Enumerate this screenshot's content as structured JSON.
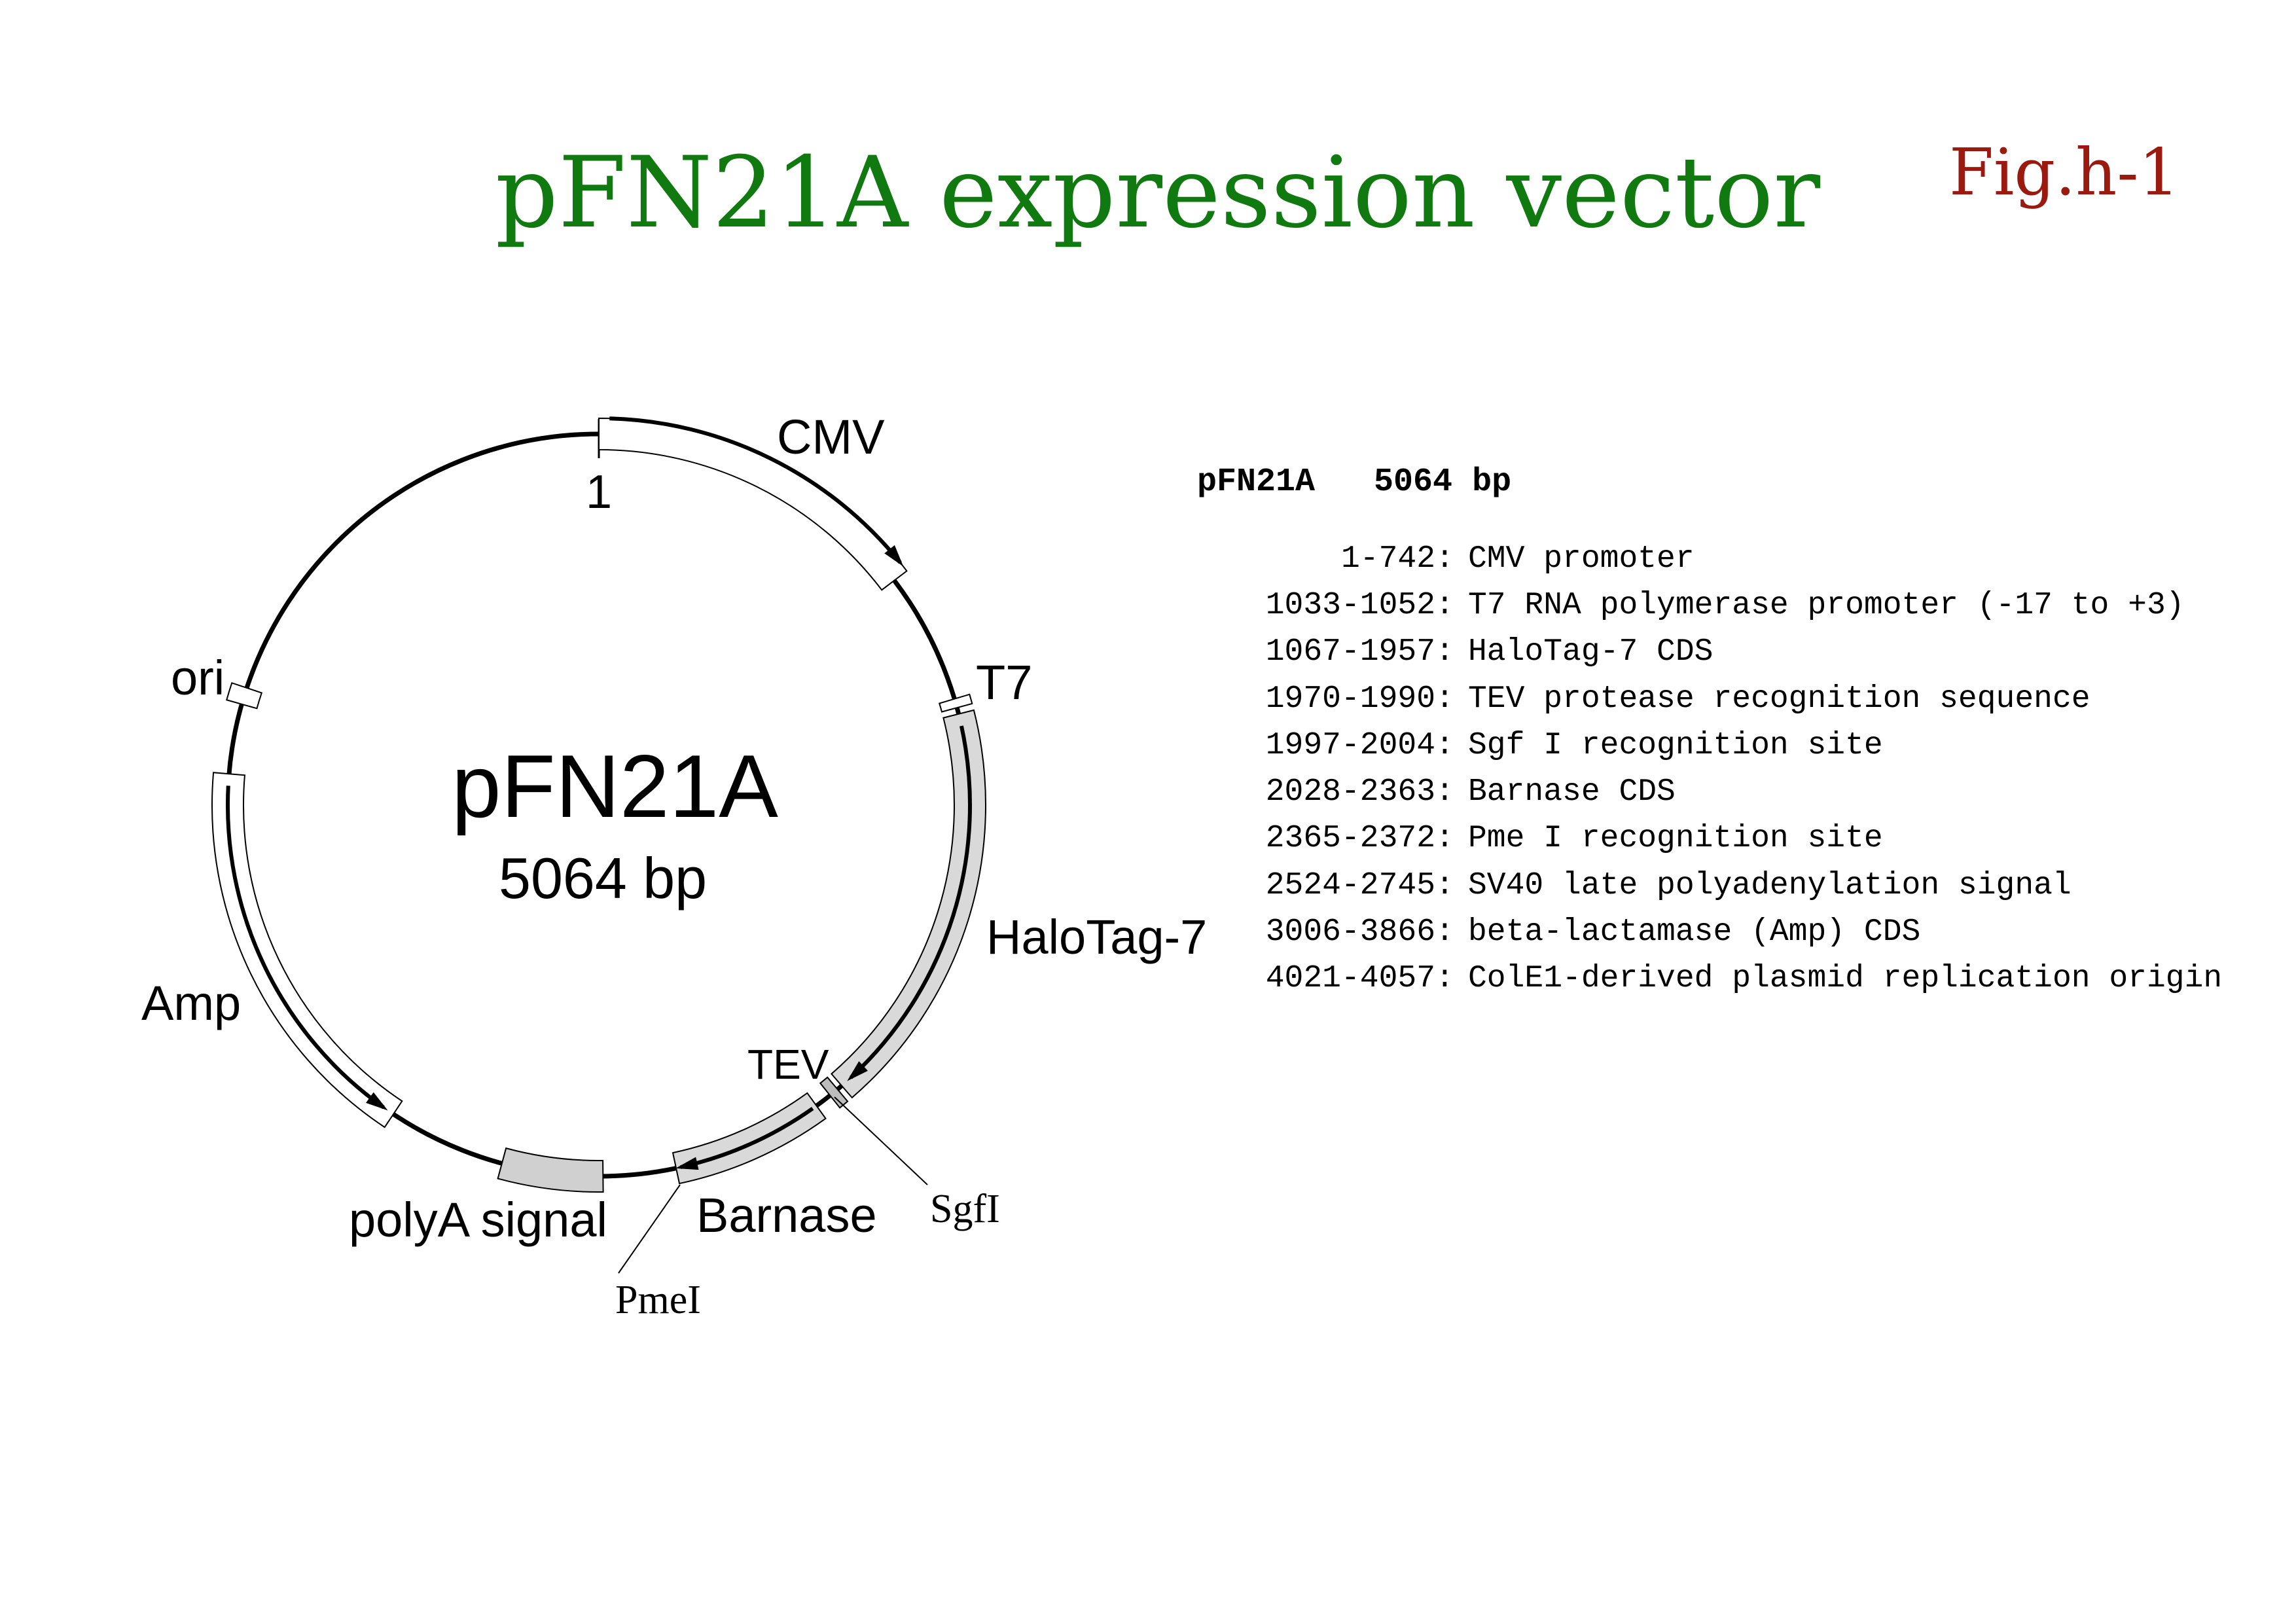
{
  "title": "pFN21A expression vector",
  "figure_label": "Fig.h-1",
  "map": {
    "name": "pFN21A",
    "size_label": "5064 bp",
    "total_bp": 5064,
    "origin_label": "1",
    "features": [
      {
        "label": "CMV",
        "start": 1,
        "end": 742,
        "style": "white",
        "arrow": "cw-outer"
      },
      {
        "label": "T7",
        "start": 1033,
        "end": 1052,
        "style": "white",
        "arrow": "none"
      },
      {
        "label": "HaloTag-7",
        "start": 1067,
        "end": 1957,
        "style": "gray",
        "arrow": "cw"
      },
      {
        "label": "TEV",
        "start": 1970,
        "end": 1990,
        "style": "dotted",
        "arrow": "none"
      },
      {
        "label": "Barnase",
        "start": 2028,
        "end": 2363,
        "style": "gray",
        "arrow": "cw"
      },
      {
        "label": "polyA signal",
        "start": 2524,
        "end": 2745,
        "style": "stipple",
        "arrow": "none"
      },
      {
        "label": "Amp",
        "start": 3006,
        "end": 3866,
        "style": "white",
        "arrow": "ccw"
      },
      {
        "label": "ori",
        "start": 4021,
        "end": 4057,
        "style": "white",
        "arrow": "none"
      }
    ],
    "sites": {
      "sgf": "SgfI",
      "pme": "PmeI"
    },
    "colors": {
      "gray": "#d9d9d9",
      "white": "#ffffff",
      "dotted": "#bdbdbd",
      "stipple": "#d0d0d0",
      "line": "#000000"
    }
  },
  "legend": {
    "header": "pFN21A   5064 bp",
    "rows": [
      {
        "range": "1-742",
        "desc": "CMV promoter"
      },
      {
        "range": "1033-1052",
        "desc": "T7 RNA polymerase promoter (-17 to +3)"
      },
      {
        "range": "1067-1957",
        "desc": "HaloTag-7 CDS"
      },
      {
        "range": "1970-1990",
        "desc": "TEV protease recognition sequence"
      },
      {
        "range": "1997-2004",
        "desc": "Sgf I recognition site"
      },
      {
        "range": "2028-2363",
        "desc": "Barnase CDS"
      },
      {
        "range": "2365-2372",
        "desc": "Pme I recognition site"
      },
      {
        "range": "2524-2745",
        "desc": "SV40 late polyadenylation signal"
      },
      {
        "range": "3006-3866",
        "desc": "beta-lactamase (Amp) CDS"
      },
      {
        "range": "4021-4057",
        "desc": "ColE1-derived plasmid replication origin"
      }
    ]
  }
}
